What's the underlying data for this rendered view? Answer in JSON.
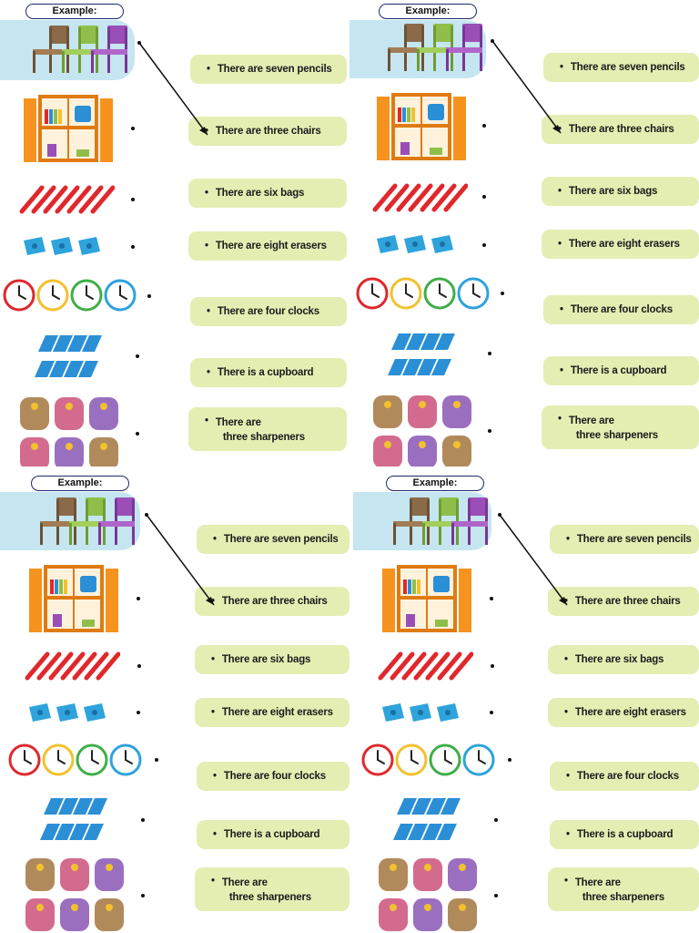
{
  "example_label": "Example:",
  "bullet": "•",
  "sentences": [
    "There are seven pencils",
    "There are three chairs",
    "There are six bags",
    "There are eight erasers",
    "There are four clocks",
    "There is a cupboard"
  ],
  "last_sentence": {
    "line1": "There are",
    "line2": "three sharpeners"
  },
  "pictures": [
    "chairs",
    "cupboard",
    "pencils",
    "sharpeners",
    "clocks",
    "erasers",
    "bags"
  ],
  "counts": {
    "chairs": 3,
    "pencils": 7,
    "sharpeners": 3,
    "clocks": 4,
    "erasers": 8,
    "bags": 6
  },
  "colors": {
    "example_panel": "#c5e6f0",
    "card": "#e4eeb3",
    "label_border": "#1e2b6b",
    "cupboard": "#f5931e",
    "pencil": "#e0282c",
    "sharpener": "#2ea3dc",
    "eraser": "#2b8fd6"
  }
}
